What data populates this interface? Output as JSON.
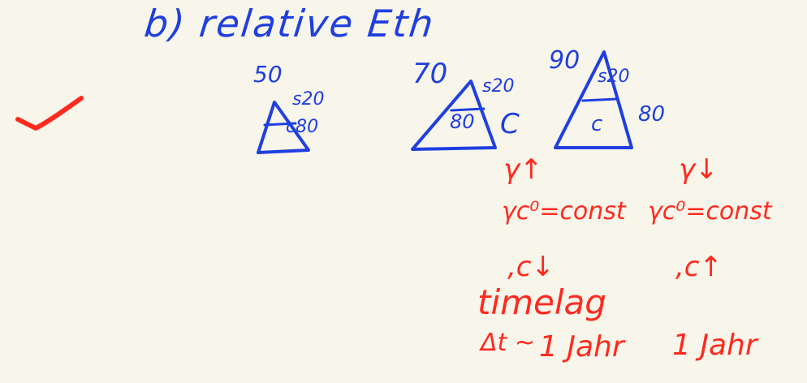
{
  "title": "b) relative Eth",
  "check_mark": "check-icon",
  "triangles": [
    {
      "top": "50",
      "s": "s20",
      "c": "c80",
      "inner": ""
    },
    {
      "top": "70",
      "s": "s20",
      "c": "80",
      "inner": "C"
    },
    {
      "top": "90",
      "s": "s20",
      "c": "80",
      "inner": "c"
    }
  ],
  "right": {
    "col1": {
      "arrow": "γ↑",
      "eq": "γc⁰=const",
      "c": ",c↓",
      "timelag": "timelag",
      "dt": "Δt ~",
      "jahr": "1 Jahr"
    },
    "col2": {
      "arrow": "γ↓",
      "eq": "γc⁰=const",
      "c": ",c↑",
      "jahr": "1 Jahr"
    }
  },
  "colors": {
    "blue": "#1f3fe0",
    "red": "#ff2a1f",
    "paper": "#f8f5ea"
  }
}
